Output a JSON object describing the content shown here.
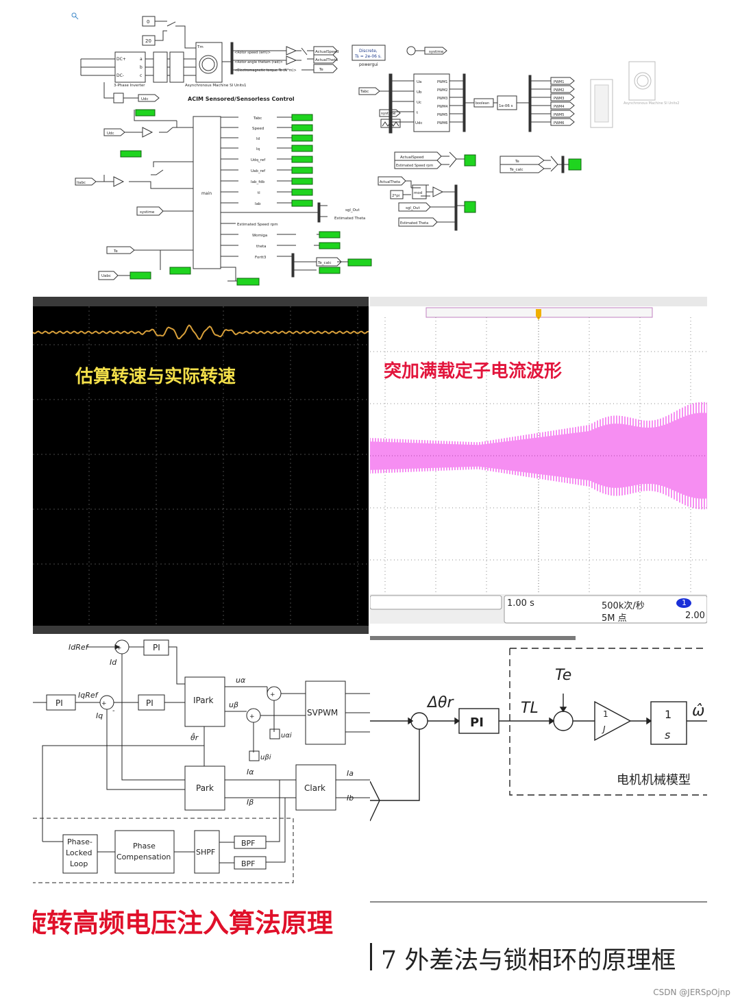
{
  "simulink": {
    "model_title": "ACIM Sensored/Sensorless Control",
    "const_0": "0",
    "const_20": "20",
    "inverter_label": "3-Phase Inverter",
    "inverter_ports": [
      "DC+",
      "DC-",
      "a",
      "b",
      "c"
    ],
    "machine_label": "Asynchronous Machine SI Units1",
    "machine_port": "Tm",
    "machine_outputs": [
      "<Rotor speed (wm)>",
      "<Rotor angle thetam (rad)>",
      "<Electromagnetic torque Te (N*m)>"
    ],
    "goto_top": [
      "ActualSpeed",
      "ActualTheta",
      "Te"
    ],
    "udc_goto": "Udc",
    "powergui": {
      "line1": "Discrete,",
      "line2": "Ts = 2e-06 s.",
      "label": "powergui"
    },
    "systime_top": "systime",
    "main_block": "main",
    "main_inputs": [
      "Udc",
      "Iiabc",
      "systime",
      "Te",
      "Uabc"
    ],
    "main_outputs": [
      "Tabc",
      "Speed",
      "Id",
      "Iq",
      "Udq_ref",
      "Uab_ref",
      "Iab_fdb",
      "tl",
      "Iab"
    ],
    "main_outputs2": [
      "Estimated Speed rpm",
      "Womiga",
      "theta",
      "Fortt3"
    ],
    "main_right_goto": [
      "sgl_Out",
      "Estimated Theta"
    ],
    "pwm_block_inputs": [
      "Ua",
      "Ub",
      "Uc",
      "t",
      "Udc"
    ],
    "pwm_left_labels": [
      "Tabc",
      "systime"
    ],
    "pwm_outputs": [
      "PWM1",
      "PWM2",
      "PWM3",
      "PWM4",
      "PWM5",
      "PWM6"
    ],
    "boolean": "boolean",
    "zoh": "1e-06 s",
    "machine2_label": "Asynchronous Machine SI Units2",
    "right_labels": [
      "ActualSpeed",
      "Estimated Speed rpm",
      "Te",
      "Te_calc",
      "ActualTheta",
      "2*pi",
      "mod",
      "sgl_Out",
      "Estimated Theta",
      "Te_calc"
    ]
  },
  "scope1": {
    "title": "估算转速与实际转速",
    "trace_color": "#d9a03a"
  },
  "scope2": {
    "title": "突加满载定子电流波形",
    "timebase": "1.00 s",
    "sample_rate": "500k次/秒",
    "points": "5M 点",
    "ch_value": "2.00",
    "ch_number": "1",
    "trace_color": "#ee1ee6"
  },
  "hfi": {
    "caption": "旋转高频电压注入算法原理",
    "labels": {
      "id_ref": "IdRef",
      "iq_ref": "IqRef",
      "id": "Id",
      "iq": "Iq",
      "pi": "PI",
      "ipark": "IPark",
      "park": "Park",
      "clark": "Clark",
      "svpwm": "SVPWM",
      "u_alpha": "uα",
      "u_beta": "uβ",
      "u_alpha_i": "uαi",
      "u_beta_i": "uβi",
      "i_alpha": "Iα",
      "i_beta": "Iβ",
      "i_a": "Ia",
      "i_b": "Ib",
      "theta_r": "θ̂r",
      "bpf": "BPF",
      "shpf": "SHPF",
      "phase_comp": [
        "Phase",
        "Compensation"
      ],
      "pll": [
        "Phase-",
        "Locked",
        "Loop"
      ],
      "plus": "+",
      "minus": "-"
    }
  },
  "pll": {
    "caption": "7 外差法与锁相环的原理框",
    "header_fragment": "■ ■ ■ ■ ■ ■ ■",
    "labels": {
      "delta_theta": "Δθr",
      "pi": "PI",
      "tl": "TL",
      "te": "Te",
      "gain_num": "1",
      "gain_den": "J",
      "int_num": "1",
      "int_den": "s",
      "omega": "ω̂",
      "mech_model": "电机机械模型"
    }
  },
  "watermark": "CSDN @JERSpOjnp"
}
